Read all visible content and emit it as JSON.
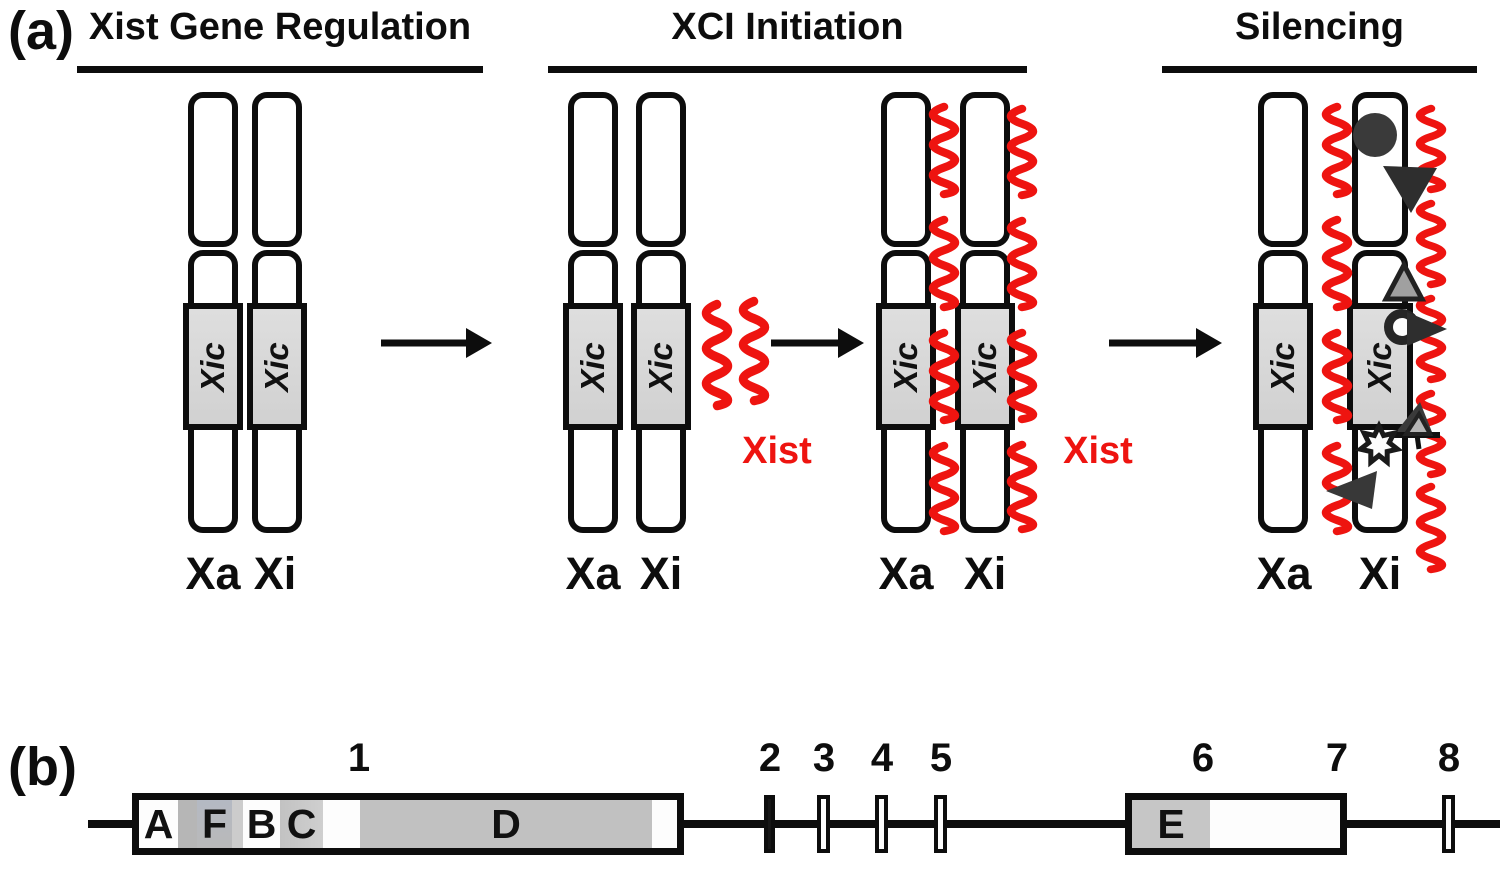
{
  "figure": {
    "panel_a_label": "(a)",
    "panel_b_label": "(b)"
  },
  "colors": {
    "xist_red": "#ee1410",
    "black": "#0d0d0d",
    "xic_gray": "#d8d8d8",
    "protein_dark": "#333333",
    "protein_gray": "#9e9e9e"
  },
  "panel_a": {
    "stage_titles": [
      "Xist Gene Regulation",
      "XCI Initiation",
      "Silencing"
    ],
    "xic_label": "Xic",
    "xist_rna_label": "Xist",
    "active_x_label": "Xa",
    "inactive_x_label": "Xi",
    "icons": {
      "xist_rna_icon": "red-wavy-line",
      "arrow_icon": "right-arrow",
      "silencing_protein_icons": [
        "dark-circle",
        "dark-triangle-down",
        "gray-triangle-up",
        "white-ring",
        "dark-triangle-right",
        "dark-triangle-with-bar",
        "white-starburst",
        "dark-triangle-left"
      ]
    }
  },
  "panel_b": {
    "exon_numbers": [
      "1",
      "2",
      "3",
      "4",
      "5",
      "6",
      "7",
      "8"
    ],
    "repeat_labels": [
      "A",
      "F",
      "B",
      "C",
      "D",
      "E"
    ]
  }
}
